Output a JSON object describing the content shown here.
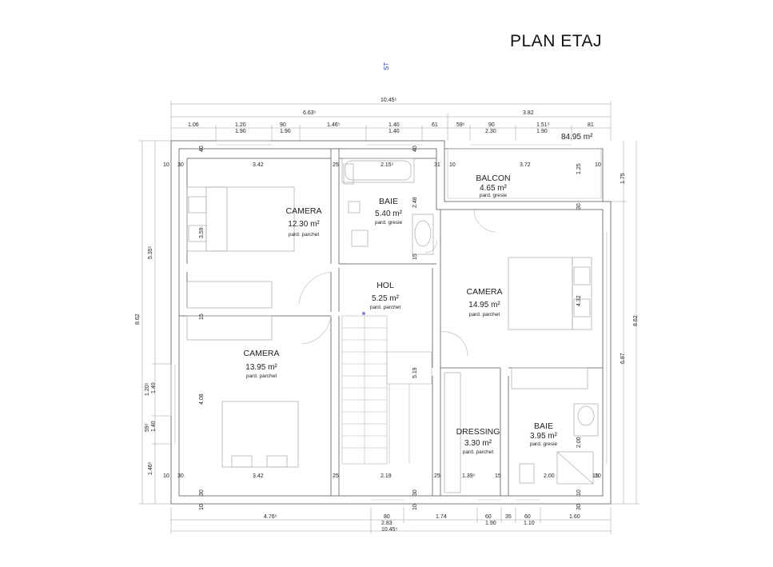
{
  "title": "PLAN ETAJ",
  "north_label": "ST",
  "total_area": "84.95 m²",
  "rooms": [
    {
      "name": "CAMERA",
      "area": "12.30 m²",
      "floor": "pard. parchet"
    },
    {
      "name": "BAIE",
      "area": "5.40 m²",
      "floor": "pard. gresie"
    },
    {
      "name": "BALCON",
      "area": "4.65 m²",
      "floor": "pard. gresie"
    },
    {
      "name": "HOL",
      "area": "5.25 m²",
      "floor": "pard. parchet"
    },
    {
      "name": "CAMERA",
      "area": "14.95 m²",
      "floor": "pard. parchet"
    },
    {
      "name": "CAMERA",
      "area": "13.95 m²",
      "floor": "pard. parchet"
    },
    {
      "name": "DRESSING",
      "area": "3.30 m²",
      "floor": "pard. parchet"
    },
    {
      "name": "BAIE",
      "area": "3.95 m²",
      "floor": "pard. gresie"
    }
  ],
  "dims_top": {
    "overall": "10.45⁵",
    "seg1": "6.63⁵",
    "seg2": "3.82",
    "openings": [
      "1.06",
      "1.20",
      "90",
      "1.46⁵",
      "1.40",
      "61",
      "59⁵",
      "90",
      "1.51⁵",
      "81"
    ],
    "openings_sub": [
      "1.90",
      "1.90",
      "1.40",
      "2.30",
      "1.90"
    ]
  },
  "dims_bottom": {
    "overall": "10.45⁵",
    "segments": [
      "4.76⁵",
      "80",
      "1.74",
      "60",
      "35",
      "60",
      "1.60"
    ],
    "sub": [
      "2.83",
      "1.90",
      "1.10"
    ]
  },
  "dims_left": [
    "5.35⁵",
    "8.62",
    "1.20⁵",
    "1.40",
    "59⁵",
    "1.40",
    "1.46⁵"
  ],
  "dims_right": [
    "1.75",
    "8.62",
    "6.87"
  ],
  "dims_inner": [
    "10",
    "30",
    "3.42",
    "25",
    "2.15⁵",
    "31",
    "10",
    "3.72",
    "10",
    "40",
    "40",
    "3.59",
    "2.48",
    "15",
    "1.25",
    "30",
    "4.32",
    "15",
    "4.08",
    "5.19",
    "2.00",
    "10",
    "30",
    "3.42",
    "25",
    "2.19",
    "25",
    "1.39⁵",
    "15",
    "2.00",
    "15",
    "30",
    "10",
    "30",
    "10",
    "10",
    "30",
    "10"
  ]
}
